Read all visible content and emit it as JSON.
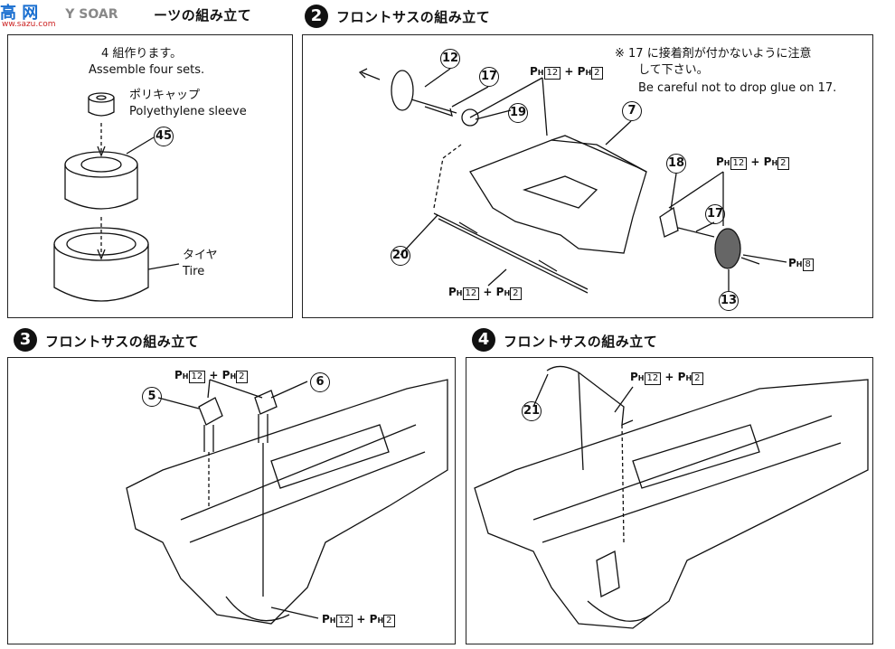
{
  "watermark": {
    "main": "高 网",
    "overlay": "Y SOAR",
    "sub": "ww.sazu.com"
  },
  "step1": {
    "title_visible": "ーツの組み立て",
    "note_jp": "4 組作ります。",
    "note_en": "Assemble four sets.",
    "label_sleeve_jp": "ポリキャップ",
    "label_sleeve_en": "Polyethylene sleeve",
    "part_45": "45",
    "label_tire_jp": "タイヤ",
    "label_tire_en": "Tire"
  },
  "step2": {
    "number": "2",
    "title": "フロントサスの組み立て",
    "warn_jp1": "※ 17 に接着剤が付かないように注意",
    "warn_jp2": "して下さい。",
    "warn_en": "Be careful not to drop glue on 17.",
    "parts": [
      "12",
      "17",
      "19",
      "7",
      "18",
      "17",
      "20",
      "13"
    ],
    "ph_a": {
      "p1": "P",
      "s1": "H",
      "n1": "12",
      "plus": "+",
      "p2": "P",
      "s2": "H",
      "n2": "2"
    },
    "ph_b": {
      "p1": "P",
      "s1": "H",
      "n1": "12",
      "plus": "+",
      "p2": "P",
      "s2": "H",
      "n2": "2"
    },
    "ph_c": {
      "p1": "P",
      "s1": "H",
      "n1": "12",
      "plus": "+",
      "p2": "P",
      "s2": "H",
      "n2": "2"
    },
    "ph_d": {
      "p": "P",
      "s": "H",
      "n": "8"
    }
  },
  "step3": {
    "number": "3",
    "title": "フロントサスの組み立て",
    "parts": [
      "5",
      "6"
    ],
    "ph_top": {
      "p1": "P",
      "s1": "H",
      "n1": "12",
      "plus": "+",
      "p2": "P",
      "s2": "H",
      "n2": "2"
    },
    "ph_bottom": {
      "p1": "P",
      "s1": "H",
      "n1": "12",
      "plus": "+",
      "p2": "P",
      "s2": "H",
      "n2": "2"
    }
  },
  "step4": {
    "number": "4",
    "title": "フロントサスの組み立て",
    "parts": [
      "21"
    ],
    "ph_top": {
      "p1": "P",
      "s1": "H",
      "n1": "12",
      "plus": "+",
      "p2": "P",
      "s2": "H",
      "n2": "2"
    }
  }
}
